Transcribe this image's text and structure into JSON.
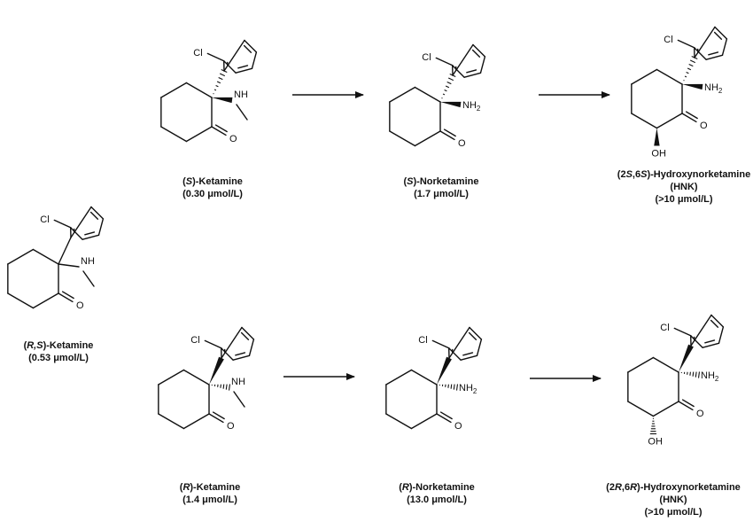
{
  "atom_labels": {
    "cl": "Cl",
    "nh": "NH",
    "nh2": "NH",
    "nh2_sub": "2",
    "o": "O",
    "oh": "OH"
  },
  "compounds": {
    "rs_ketamine": {
      "prefix": "(",
      "stereo": "R,S",
      "suffix": ")-Ketamine",
      "conc": "(0.53 μmol/L)"
    },
    "s_ketamine": {
      "prefix": "(",
      "stereo": "S",
      "suffix": ")-Ketamine",
      "conc": "(0.30 μmol/L)"
    },
    "s_norketamine": {
      "prefix": "(",
      "stereo": "S",
      "suffix": ")-Norketamine",
      "conc": "(1.7 μmol/L)"
    },
    "s_hnk": {
      "p1": "(2",
      "s1": "S",
      "p2": ",6",
      "s2": "S",
      "p3": ")-Hydroxynorketamine",
      "abbr": "(HNK)",
      "conc": "(>10 μmol/L)"
    },
    "r_ketamine": {
      "prefix": "(",
      "stereo": "R",
      "suffix": ")-Ketamine",
      "conc": "(1.4 μmol/L)"
    },
    "r_norketamine": {
      "prefix": "(",
      "stereo": "R",
      "suffix": ")-Norketamine",
      "conc": "(13.0 μmol/L)"
    },
    "r_hnk": {
      "p1": "(2",
      "s1": "R",
      "p2": ",6",
      "s2": "R",
      "p3": ")-Hydroxynorketamine",
      "abbr": "(HNK)",
      "conc": "(>10 μmol/L)"
    }
  }
}
